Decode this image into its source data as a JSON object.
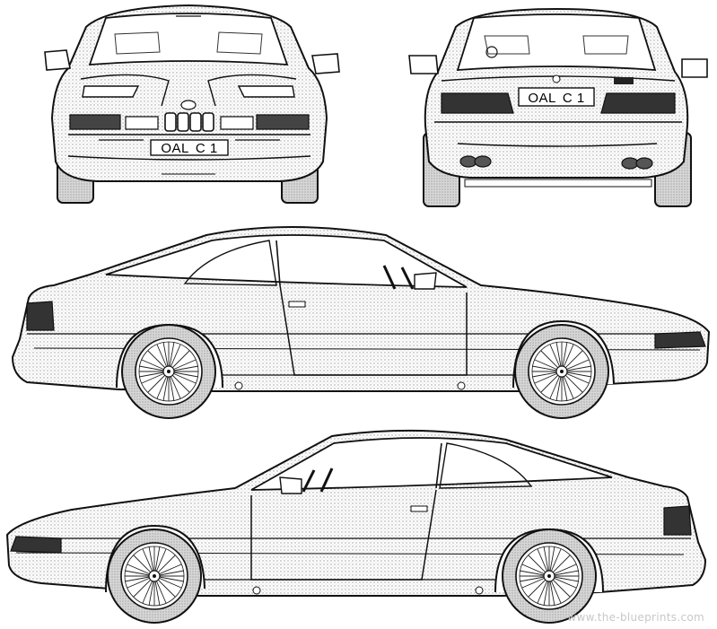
{
  "views": {
    "front": {
      "plate": "OAL  C 1"
    },
    "rear": {
      "plate": "OAL  C 1"
    },
    "side_right": {},
    "side_left": {}
  },
  "watermark": "www.the-blueprints.com",
  "colors": {
    "line": "#111111",
    "paper": "#ffffff",
    "shade": "#d9d9d9",
    "tire": "#cfcfcf"
  }
}
